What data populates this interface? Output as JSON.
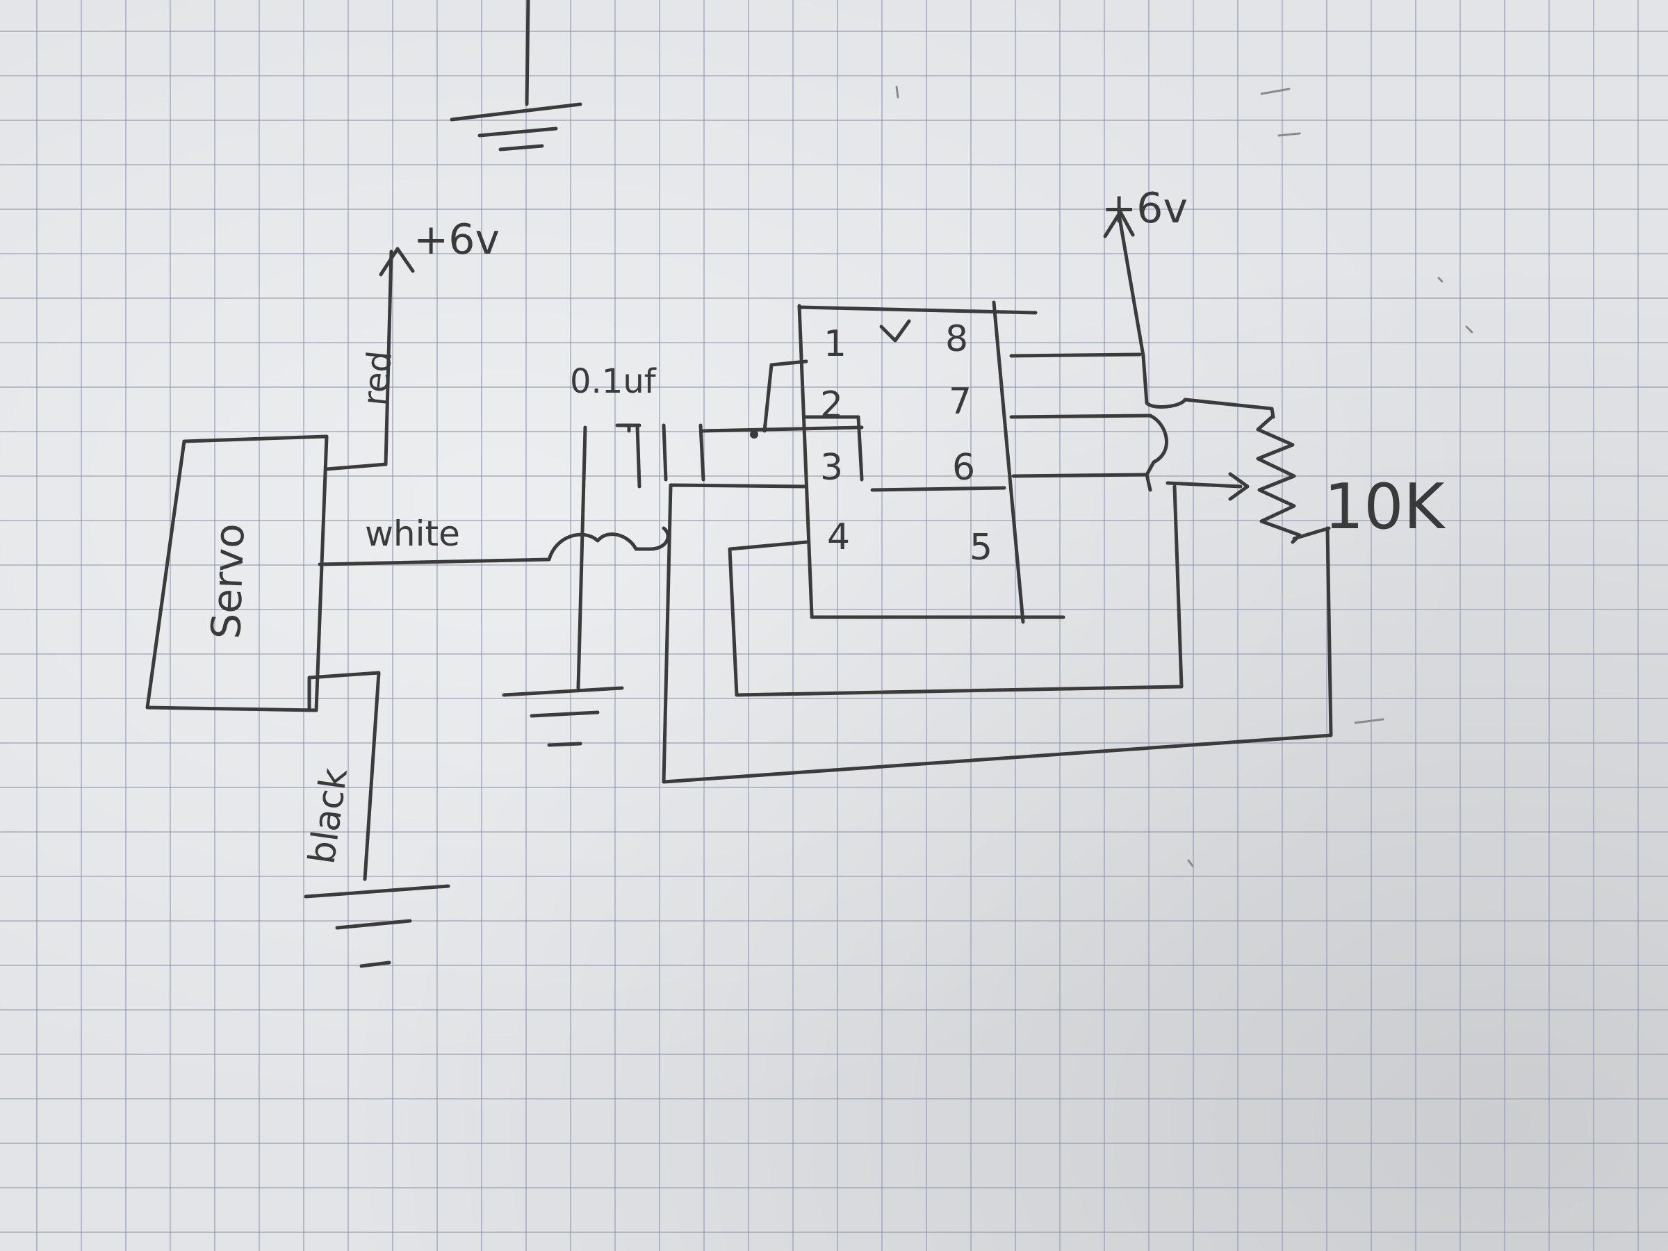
{
  "diagram": {
    "component_labels": {
      "servo": "Servo",
      "capacitor": "0.1uf",
      "potentiometer": "10K"
    },
    "wire_labels": {
      "red": "red",
      "white": "white",
      "black": "black"
    },
    "supply_labels": {
      "servo_supply": "+6v",
      "chip_supply": "+6v"
    },
    "pin_numbers_left": [
      "1",
      "2",
      "3",
      "4"
    ],
    "pin_numbers_right": [
      "8",
      "7",
      "6",
      "5"
    ]
  }
}
